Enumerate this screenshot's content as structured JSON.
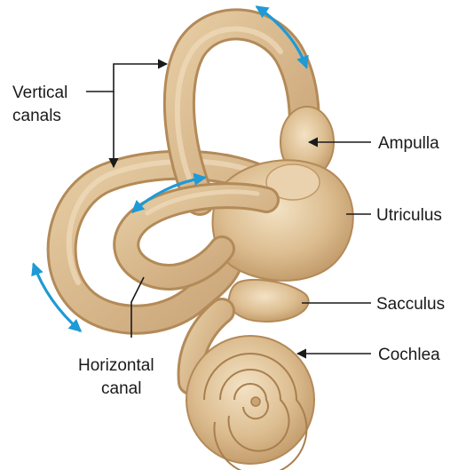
{
  "labels": {
    "vertical_canals_line1": "Vertical",
    "vertical_canals_line2": "canals",
    "ampulla": "Ampulla",
    "utriculus": "Utriculus",
    "sacculus": "Sacculus",
    "cochlea": "Cochlea",
    "horizontal_canal_line1": "Horizontal",
    "horizontal_canal_line2": "canal"
  },
  "colors": {
    "organ_base": "#d9b98c",
    "organ_light": "#ecd7b4",
    "organ_shadow": "#b8905e",
    "motion_arrow": "#1e9ad6",
    "leader_line": "#1a1a1a"
  },
  "icons": {
    "motion_arrows": "double-headed-curved-arrow",
    "leader_pointers": "arrowhead"
  }
}
